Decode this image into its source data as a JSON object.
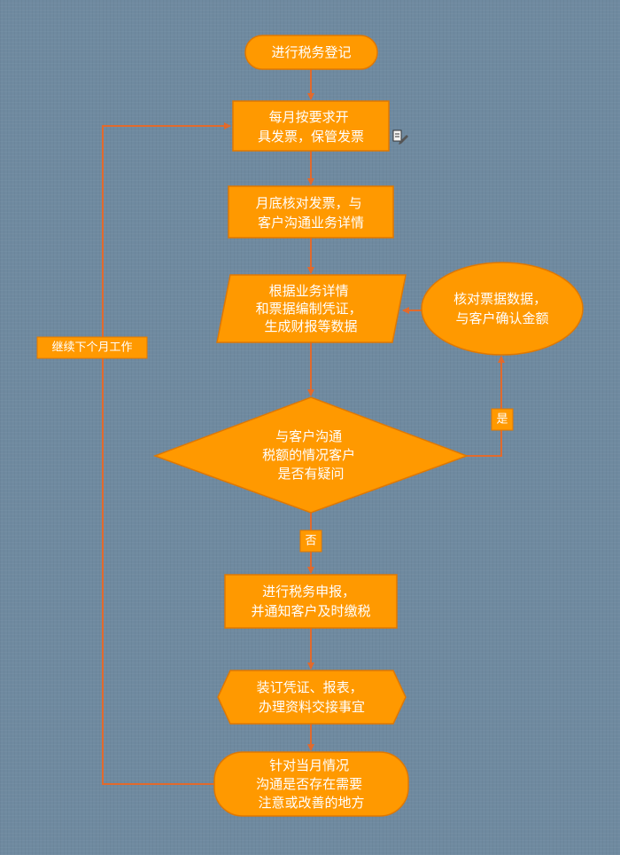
{
  "diagram": {
    "colors": {
      "node_fill": "#ff9900",
      "node_stroke": "#e07800",
      "connector": "#e26a2c",
      "text": "#ffffff",
      "background": "#6f8aa0"
    },
    "nodes": {
      "start": {
        "shape": "rounded",
        "lines": [
          "进行税务登记"
        ]
      },
      "invoice": {
        "shape": "rectangle",
        "lines": [
          "每月按要求开",
          "具发票，保管发票"
        ]
      },
      "verify": {
        "shape": "rectangle",
        "lines": [
          "月底核对发票，与",
          "客户沟通业务详情"
        ]
      },
      "vouchers": {
        "shape": "parallelogram",
        "lines": [
          "根据业务详情",
          "和票据编制凭证，",
          "生成财报等数据"
        ]
      },
      "confirm": {
        "shape": "ellipse",
        "lines": [
          "核对票据数据，",
          "与客户确认金额"
        ]
      },
      "decision": {
        "shape": "diamond",
        "lines": [
          "与客户沟通",
          "税额的情况客户",
          "是否有疑问"
        ]
      },
      "declare": {
        "shape": "rectangle",
        "lines": [
          "进行税务申报，",
          "并通知客户及时缴税"
        ]
      },
      "bind": {
        "shape": "hexagon",
        "lines": [
          "装订凭证、报表，",
          "办理资料交接事宜"
        ]
      },
      "review": {
        "shape": "rounded",
        "lines": [
          "针对当月情况",
          "沟通是否存在需要",
          "注意或改善的地方"
        ]
      }
    },
    "labels": {
      "yes": "是",
      "no": "否",
      "loop": "继续下个月工作"
    },
    "icons": [
      "edit-note-icon"
    ]
  }
}
